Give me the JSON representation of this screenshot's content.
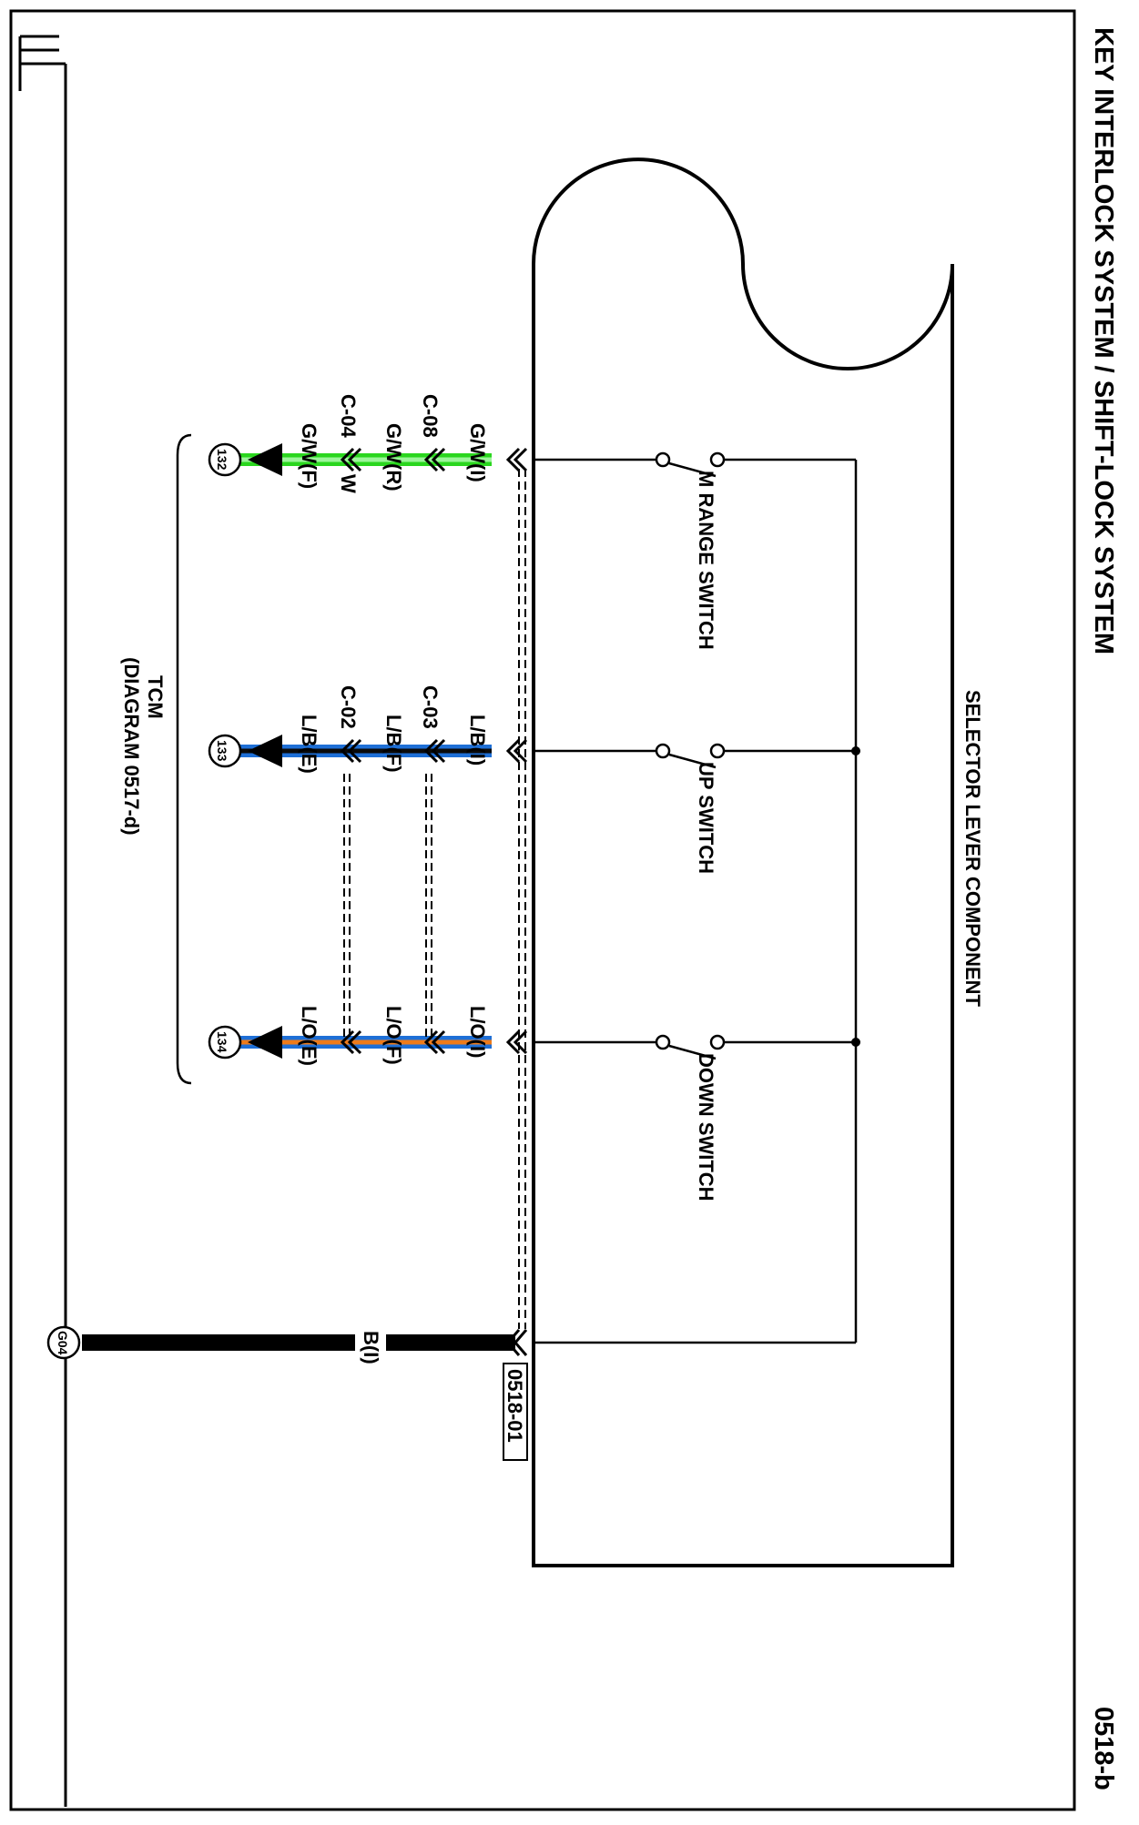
{
  "page": {
    "title": "KEY INTERLOCK SYSTEM / SHIFT-LOCK SYSTEM",
    "diagram_id": "0518-b"
  },
  "component": {
    "name": "SELECTOR LEVER COMPONENT",
    "connector": "0518-01"
  },
  "switches": [
    {
      "name": "M RANGE SWITCH"
    },
    {
      "name": "UP SWITCH"
    },
    {
      "name": "DOWN SWITCH"
    }
  ],
  "circuits": [
    {
      "id": "m-range",
      "colors": [
        "#2ad61e",
        "#9cf59a"
      ],
      "wire_i": "G/W(I)",
      "conn_a": "C-08",
      "wire_r": "G/W(R)",
      "conn_b": "C-04",
      "wire_w": "W",
      "wire_f": "G/W(F)",
      "pin": "132"
    },
    {
      "id": "up",
      "colors": [
        "#1e6fd6",
        "#0a0a0a"
      ],
      "wire_i": "L/B(I)",
      "conn_a": "C-03",
      "wire_r": "L/B(F)",
      "conn_b": "C-02",
      "wire_w": "",
      "wire_f": "L/B(E)",
      "pin": "133"
    },
    {
      "id": "down",
      "colors": [
        "#1e6fd6",
        "#ee7b1a"
      ],
      "wire_i": "L/O(I)",
      "conn_a": "",
      "wire_r": "L/O(F)",
      "conn_b": "",
      "wire_w": "",
      "wire_f": "L/O(E)",
      "pin": "134"
    }
  ],
  "ground": {
    "wire": "B(I)",
    "point": "G04"
  },
  "tcm": {
    "name": "TCM",
    "ref": "(DIAGRAM 0517-d)"
  }
}
